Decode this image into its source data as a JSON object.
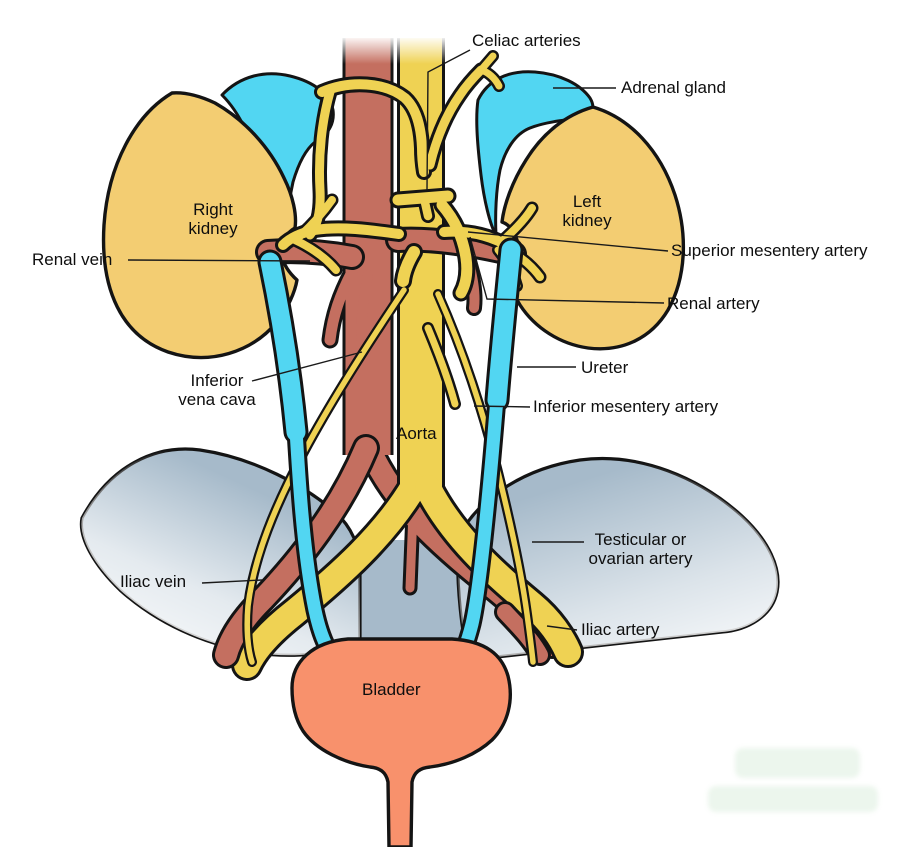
{
  "diagram": {
    "type": "anatomical-illustration",
    "subject": "Human urinary system with major abdominal blood vessels, anterior view",
    "labels": {
      "celiac": "Celiac arteries",
      "adrenal": "Adrenal gland",
      "right_kidney": "Right\nkidney",
      "left_kidney": "Left\nkidney",
      "renal_vein": "Renal vein",
      "superior_mesentery": "Superior mesentery artery",
      "renal_artery": "Renal artery",
      "inferior_vena_cava": "Inferior\nvena cava",
      "ureter": "Ureter",
      "inferior_mesentery": "Inferior mesentery artery",
      "aorta": "Aorta",
      "gonadal": "Testicular or\novarian artery",
      "iliac_vein": "Iliac vein",
      "iliac_artery": "Iliac artery",
      "bladder": "Bladder"
    },
    "colors": {
      "artery_yellow": "#EFD253",
      "kidney_yellow": "#F3CD72",
      "vein_red": "#C46F60",
      "urinary_cyan": "#52D6F2",
      "bone_gray": "#A6BACA",
      "bladder_salmon": "#F8916C",
      "outline_black": "#141414",
      "label_text": "#0e0e0e"
    }
  }
}
